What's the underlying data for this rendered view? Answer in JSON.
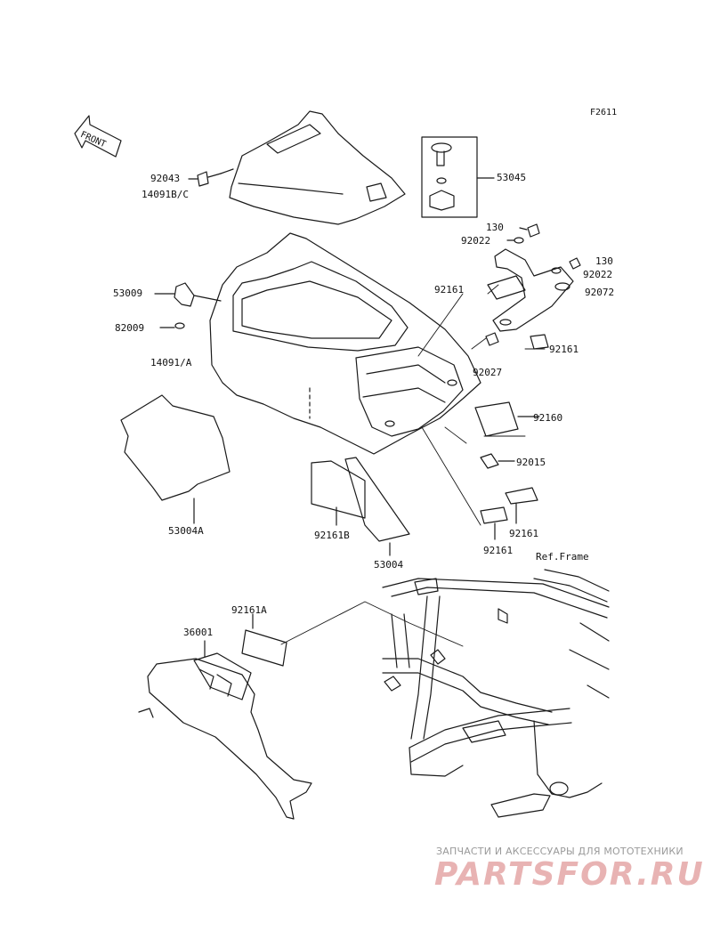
{
  "figure_code": "F2611",
  "front_arrow_text": "FRONT",
  "ref_frame": "Ref.Frame",
  "labels": {
    "p92043": "92043",
    "p14091bc": "14091B/C",
    "p53045": "53045",
    "p130a": "130",
    "p92022a": "92022",
    "p130b": "130",
    "p92022b": "92022",
    "p92072": "92072",
    "p92161a": "92161",
    "p53009": "53009",
    "p82009": "82009",
    "p14091a": "14091/A",
    "p92161b": "92161",
    "p92027": "92027",
    "p92160": "92160",
    "p92015": "92015",
    "p53004a": "53004A",
    "p92161B": "92161B",
    "p92161c": "92161",
    "p92161d": "92161",
    "p53004": "53004",
    "p92161A": "92161A",
    "p36001": "36001"
  },
  "watermark": {
    "subtitle": "ЗАПЧАСТИ И АКСЕССУАРЫ ДЛЯ МОТОТЕХНИКИ",
    "logo": "PARTSFOR.RU"
  },
  "colors": {
    "line": "#1a1a1a",
    "watermark_logo": "#e8b3b3",
    "watermark_text": "#9a9a9a"
  }
}
